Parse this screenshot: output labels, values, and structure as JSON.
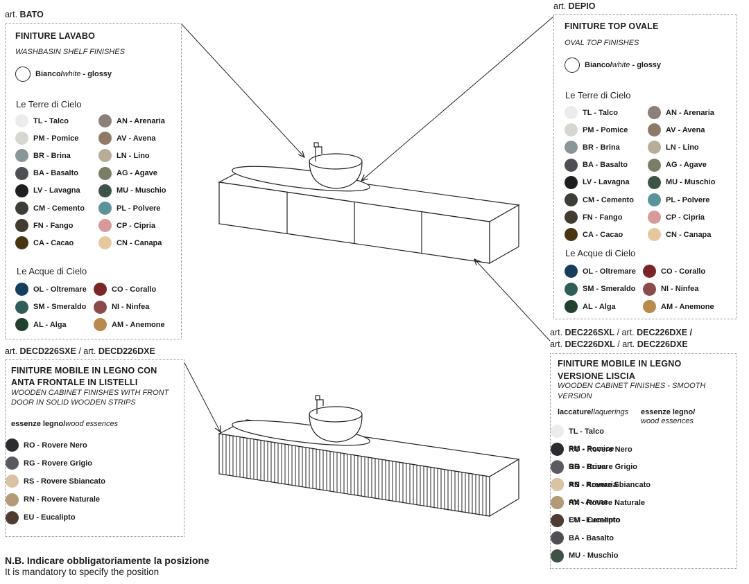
{
  "bato": {
    "art_prefix": "art.",
    "art_code": "BATO",
    "title": "FINITURE LAVABO",
    "subtitle": "WASHBASIN SHELF FINISHES",
    "glossy_a": "Bianco/",
    "glossy_b": "white",
    "glossy_c": " - glossy",
    "terre_title": "Le Terre di Cielo",
    "terre": [
      {
        "label": "TL - Talco",
        "color": "#ececec"
      },
      {
        "label": "AN - Arenaria",
        "color": "#8c8078"
      },
      {
        "label": "PM - Pomice",
        "color": "#d6d8d0"
      },
      {
        "label": "AV - Avena",
        "color": "#8f7a68"
      },
      {
        "label": "BR - Brina",
        "color": "#8a9598"
      },
      {
        "label": "LN - Lino",
        "color": "#b8ad98"
      },
      {
        "label": "BA - Basalto",
        "color": "#4e4f54"
      },
      {
        "label": "AG - Agave",
        "color": "#7a7e66"
      },
      {
        "label": "LV - Lavagna",
        "color": "#1e1e1e"
      },
      {
        "label": "MU - Muschio",
        "color": "#3e5246"
      },
      {
        "label": "CM - Cemento",
        "color": "#3c3c38"
      },
      {
        "label": "PL - Polvere",
        "color": "#5c9299"
      },
      {
        "label": "FN - Fango",
        "color": "#413b30"
      },
      {
        "label": "CP - Cipria",
        "color": "#d79a98"
      },
      {
        "label": "CA - Cacao",
        "color": "#4a3512"
      },
      {
        "label": "CN - Canapa",
        "color": "#e6c89e"
      }
    ],
    "acque_title": "Le Acque di Cielo",
    "acque": [
      {
        "label": "OL - Oltremare",
        "color": "#153e5c"
      },
      {
        "label": "CO - Corallo",
        "color": "#7a2626"
      },
      {
        "label": "SM - Smeraldo",
        "color": "#2f5e58"
      },
      {
        "label": "NI - Ninfea",
        "color": "#8a4c4a"
      },
      {
        "label": "AL - Alga",
        "color": "#22402e"
      },
      {
        "label": "AM - Anemone",
        "color": "#b88a4c"
      }
    ]
  },
  "depio": {
    "art_prefix": "art.",
    "art_code": "DEPIO",
    "title": "FINITURE TOP OVALE",
    "subtitle": "OVAL TOP FINISHES",
    "glossy_a": "Bianco/",
    "glossy_b": "white",
    "glossy_c": " - glossy",
    "terre_title": "Le Terre di Cielo",
    "terre": [
      {
        "label": "TL - Talco",
        "color": "#ececec"
      },
      {
        "label": "AN - Arenaria",
        "color": "#8c8078"
      },
      {
        "label": "PM - Pomice",
        "color": "#d6d8d0"
      },
      {
        "label": "AV - Avena",
        "color": "#8f7a68"
      },
      {
        "label": "BR - Brina",
        "color": "#8a9598"
      },
      {
        "label": "LN - Lino",
        "color": "#b8ad98"
      },
      {
        "label": "BA - Basalto",
        "color": "#4e4f54"
      },
      {
        "label": "AG - Agave",
        "color": "#7a7e66"
      },
      {
        "label": "LV - Lavagna",
        "color": "#1e1e1e"
      },
      {
        "label": "MU - Muschio",
        "color": "#3e5246"
      },
      {
        "label": "CM - Cemento",
        "color": "#3c3c38"
      },
      {
        "label": "PL - Polvere",
        "color": "#5c9299"
      },
      {
        "label": "FN - Fango",
        "color": "#413b30"
      },
      {
        "label": "CP - Cipria",
        "color": "#d79a98"
      },
      {
        "label": "CA - Cacao",
        "color": "#4a3512"
      },
      {
        "label": "CN - Canapa",
        "color": "#e6c89e"
      }
    ],
    "acque_title": "Le Acque di Cielo",
    "acque": [
      {
        "label": "OL - Oltremare",
        "color": "#153e5c"
      },
      {
        "label": "CO - Corallo",
        "color": "#7a2626"
      },
      {
        "label": "SM - Smeraldo",
        "color": "#2f5e58"
      },
      {
        "label": "NI - Ninfea",
        "color": "#8a4c4a"
      },
      {
        "label": "AL - Alga",
        "color": "#22402e"
      },
      {
        "label": "AM - Anemone",
        "color": "#b88a4c"
      }
    ]
  },
  "decd": {
    "art_prefix1": "art.",
    "art_code1": "DECD226SXE",
    "art_sep": " / art.",
    "art_code2": "DECD226DXE",
    "title1": "FINITURE MOBILE IN LEGNO CON",
    "title2": "ANTA FRONTALE IN LISTELLI",
    "subtitle1": "WOODEN CABINET FINISHES WITH FRONT",
    "subtitle2": "DOOR IN SOLID WOODEN STRIPS",
    "essence_a": "essenze legno/",
    "essence_b": "wood essences",
    "woods": [
      {
        "label": "RO - Rovere Nero",
        "color": "#2b2b30"
      },
      {
        "label": "RG - Rovere Grigio",
        "color": "#5a5a60"
      },
      {
        "label": "RS - Rovere Sbiancato",
        "color": "#d8c4a2"
      },
      {
        "label": "RN - Rovere Naturale",
        "color": "#b49a76"
      },
      {
        "label": "EU - Eucalipto",
        "color": "#4e3c32"
      }
    ]
  },
  "dec": {
    "line1_prefix": "art.",
    "line1_code1": "DEC226SXL",
    "line1_sep": " / art.",
    "line1_code2": "DEC226DXE /",
    "line2_prefix": "art.",
    "line2_code1": "DEC226DXL",
    "line2_sep": " / art.",
    "line2_code2": "DEC226DXE",
    "title1": "FINITURE MOBILE IN LEGNO",
    "title2": "VERSIONE LISCIA",
    "subtitle1": "WOODEN CABINET FINISHES - SMOOTH",
    "subtitle2": "VERSION",
    "laq_a": "laccature/",
    "laq_b": "laquerings",
    "ess_a": "essenze legno/",
    "ess_b": "wood essences",
    "lacquers": [
      {
        "label": "TL - Talco",
        "color": "#ececec"
      },
      {
        "label": "PM - Pomice",
        "color": "#d6d8d0"
      },
      {
        "label": "BR - Brina",
        "color": "#8a9598"
      },
      {
        "label": "AN - Arenaria",
        "color": "#8c8078"
      },
      {
        "label": "AV - Avena",
        "color": "#8f7a68"
      },
      {
        "label": "CM - Cemento",
        "color": "#3c3c38"
      },
      {
        "label": "BA - Basalto",
        "color": "#4e4f54"
      },
      {
        "label": "MU - Muschio",
        "color": "#3e5246"
      }
    ],
    "woods": [
      {
        "label": "RO - Rovere Nero",
        "color": "#2b2b30"
      },
      {
        "label": "RG - Rovere Grigio",
        "color": "#5a5a60"
      },
      {
        "label": "RS - Rovere Sbiancato",
        "color": "#d8c4a2"
      },
      {
        "label": "RN - Rovere Naturale",
        "color": "#b49a76"
      },
      {
        "label": "EU - Eucalipto",
        "color": "#4e3c32"
      }
    ]
  },
  "note": {
    "line1": "N.B. Indicare obbligatoriamente la posizione",
    "line2": "It is mandatory to specify the position"
  }
}
